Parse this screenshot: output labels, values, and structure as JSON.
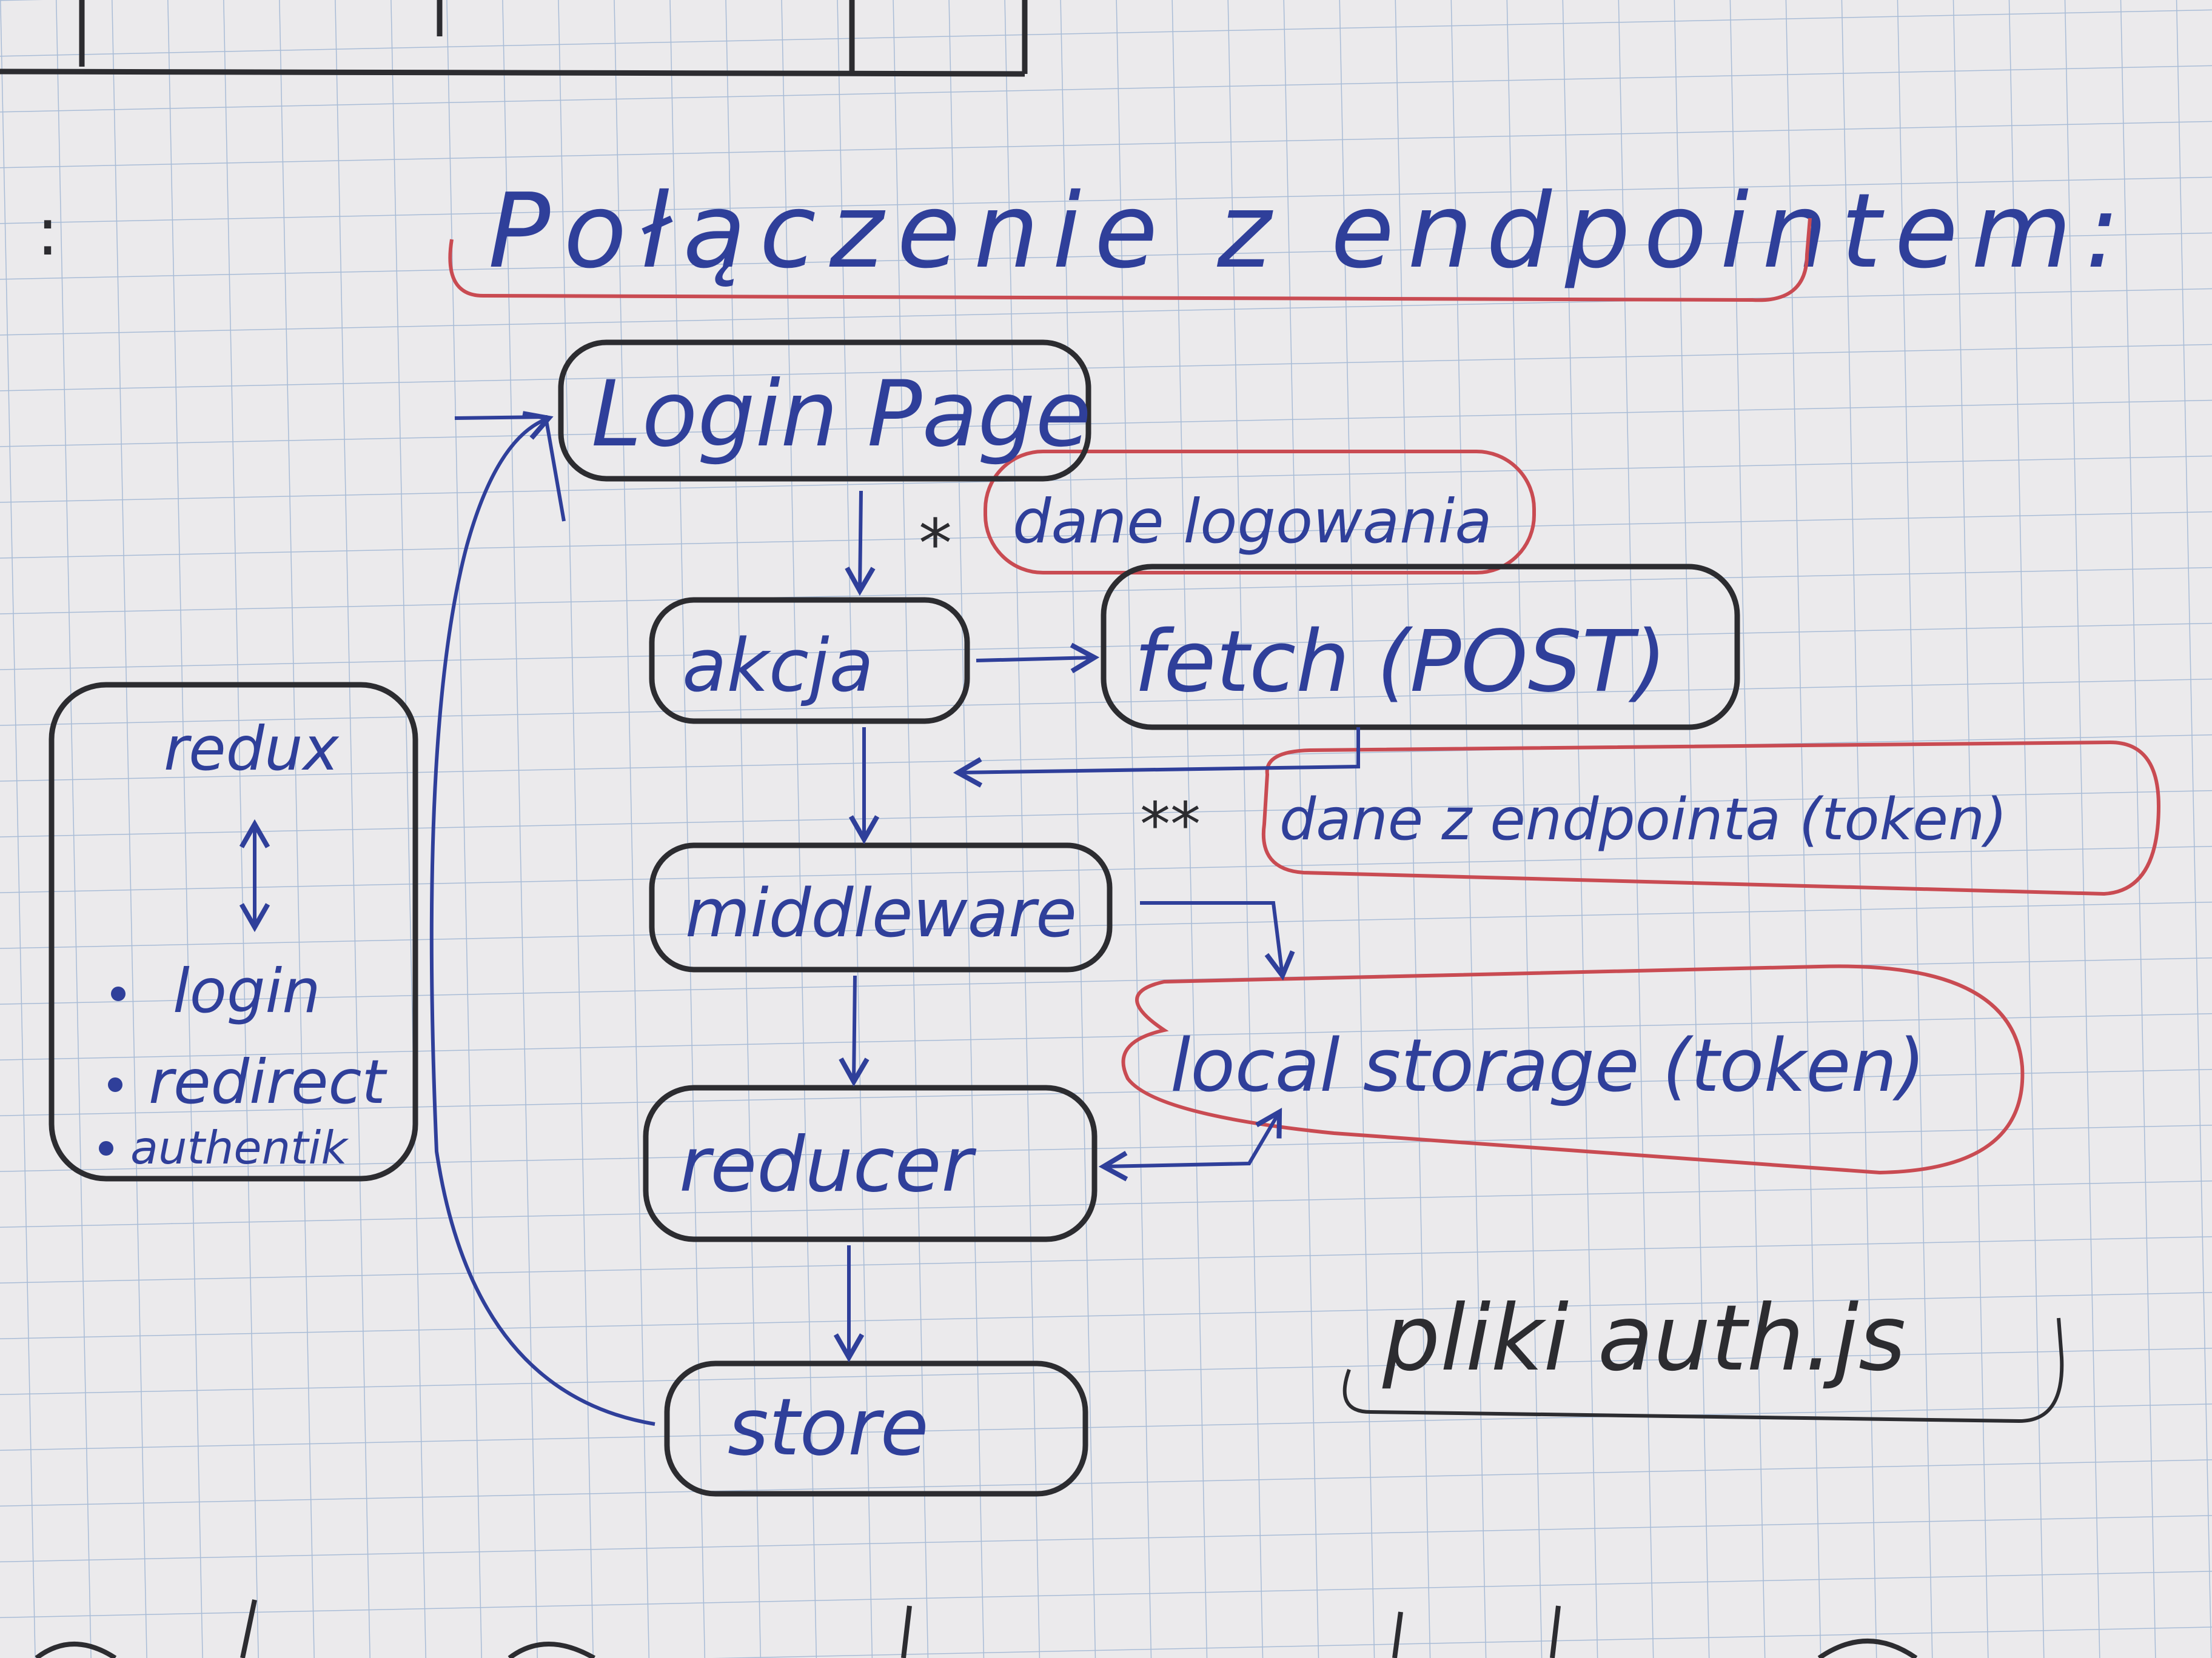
{
  "title": "Połączenie z endpointem:",
  "nodes": {
    "login_page": "Login Page",
    "akcja": "akcja",
    "fetch": "fetch (POST)",
    "middleware": "middleware",
    "reducer": "reducer",
    "store": "store",
    "local_storage": "local storage (token)"
  },
  "notes": {
    "login_data_marker": "*",
    "login_data": "dane logowania",
    "endpoint_data_marker": "**",
    "endpoint_data": "dane z endpointa (token)",
    "files": "pliki auth.js"
  },
  "redux_panel": {
    "title": "redux",
    "items": [
      "login",
      "redirect",
      "authentik"
    ]
  },
  "colors": {
    "paper": "#ebeaec",
    "grid": "#a9bcd6",
    "blue_ink": "#2f3f9a",
    "black_ink": "#2c2c30",
    "red_ink": "#c94b52"
  }
}
